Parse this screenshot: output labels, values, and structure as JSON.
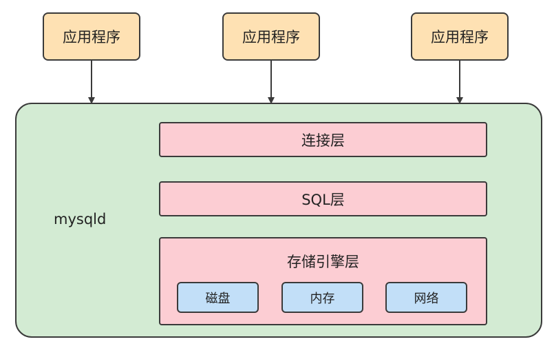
{
  "apps": [
    {
      "label": "应用程序"
    },
    {
      "label": "应用程序"
    },
    {
      "label": "应用程序"
    }
  ],
  "server": {
    "label": "mysqld"
  },
  "layers": [
    {
      "label": "连接层"
    },
    {
      "label": "SQL层"
    }
  ],
  "storage": {
    "label": "存储引擎层",
    "components": [
      {
        "label": "磁盘"
      },
      {
        "label": "内存"
      },
      {
        "label": "网络"
      }
    ]
  },
  "colors": {
    "app_fill": "#fee1b3",
    "container_fill": "#d3ebd3",
    "layer_fill": "#fccdd3",
    "component_fill": "#c2dff8",
    "stroke": "#3a3a3a"
  }
}
